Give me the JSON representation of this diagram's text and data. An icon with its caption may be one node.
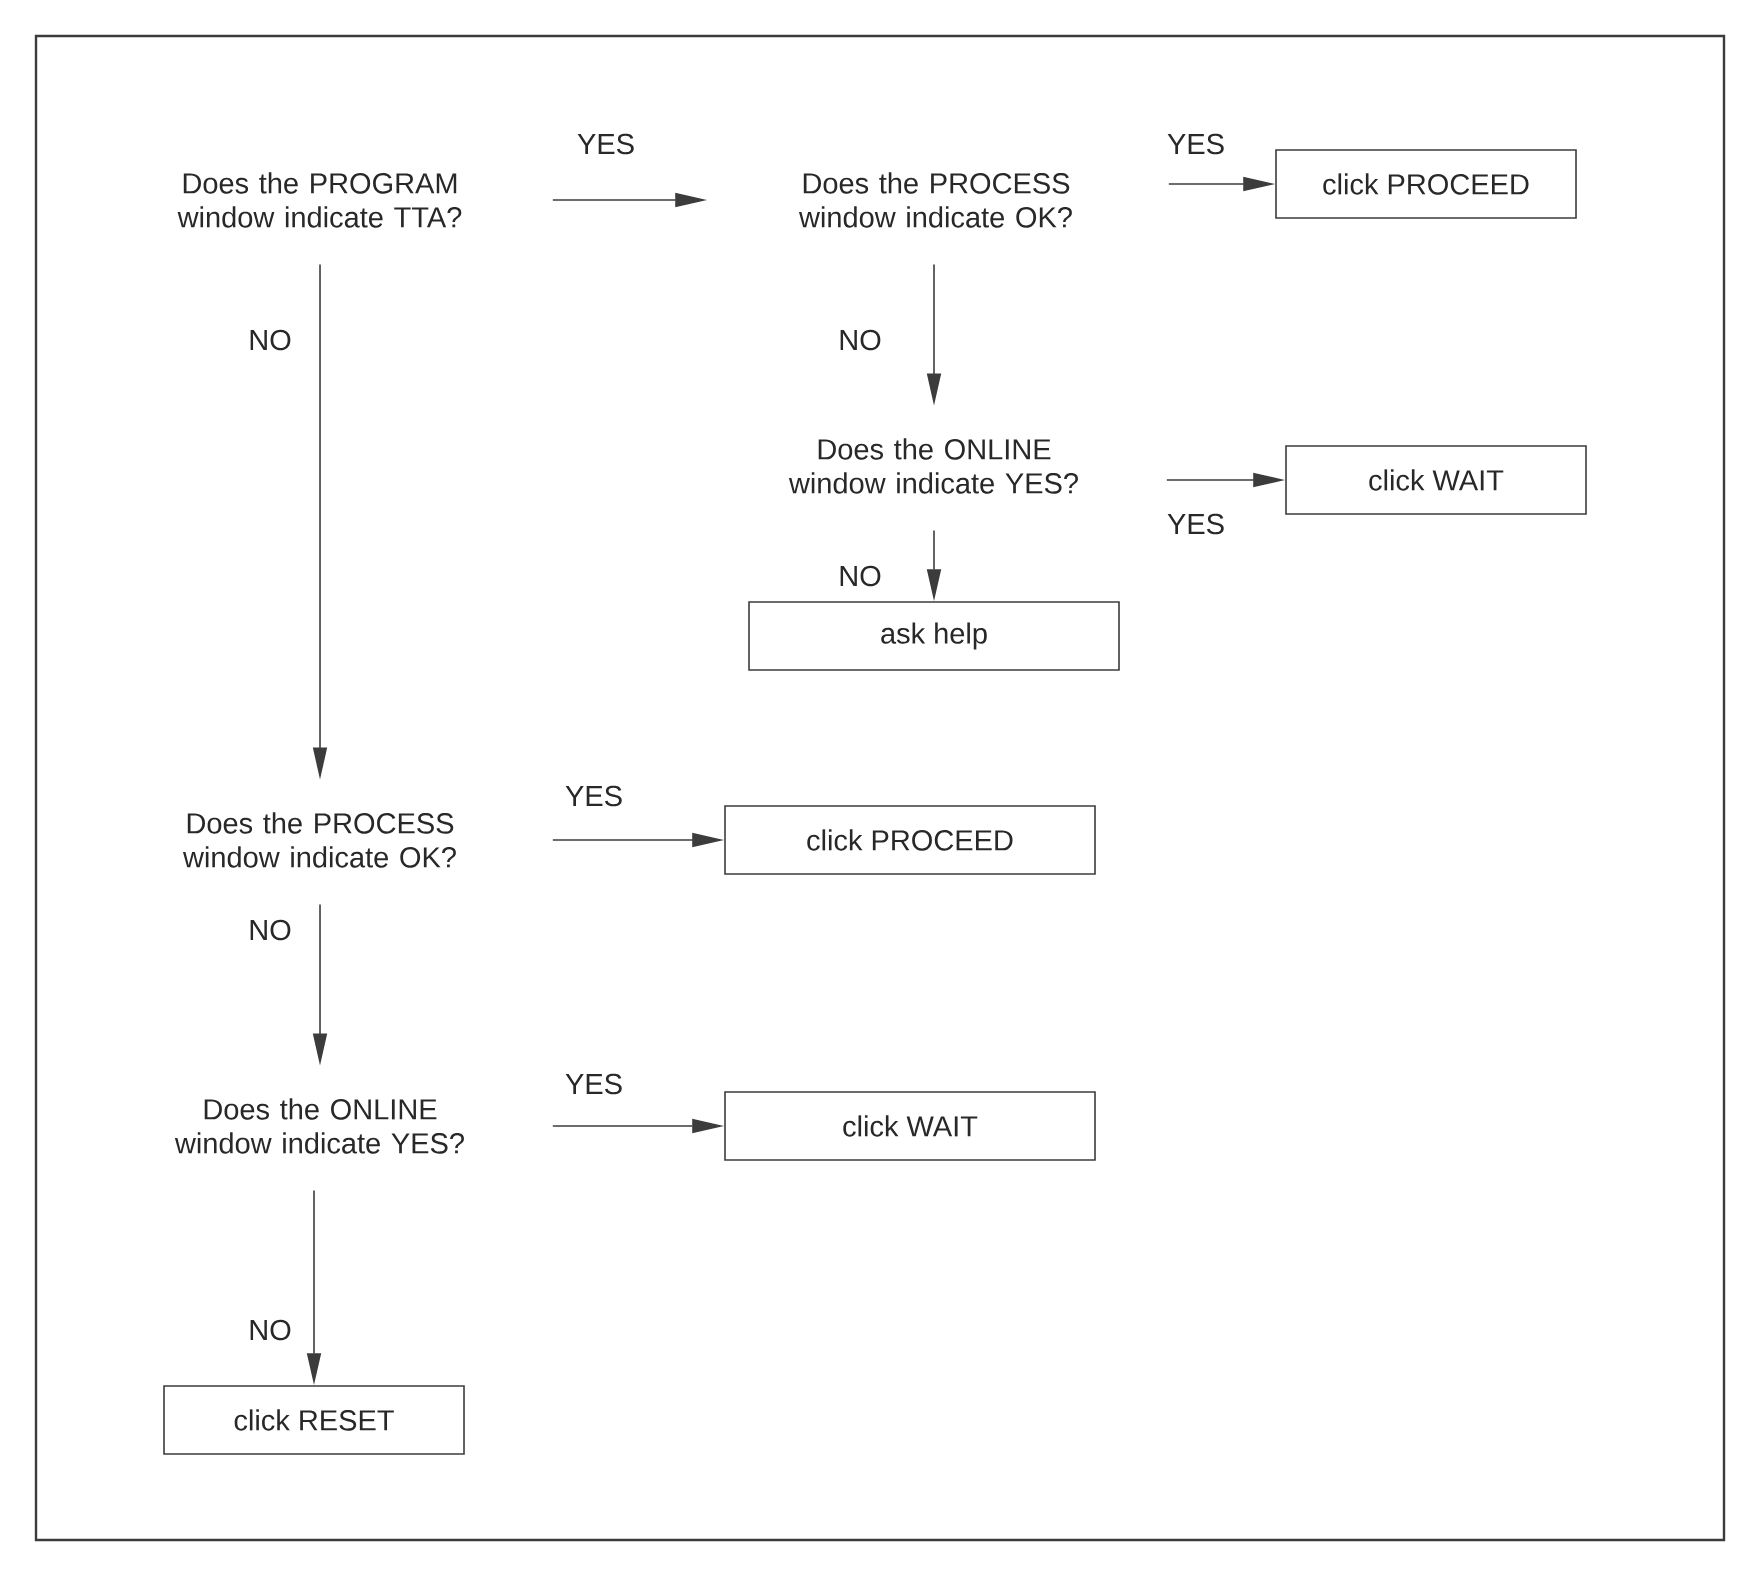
{
  "diagram": {
    "nodes": [
      {
        "text": [
          "Does the PROGRAM window indicate TTA?"
        ]
      },
      {
        "text": [
          "Does the PROCESS window indicate OK?"
        ]
      },
      {
        "text": [
          "click PROCEED"
        ]
      },
      {
        "text": [
          "Does the ONLINE window indicate YES?"
        ]
      },
      {
        "text": [
          "click WAIT"
        ]
      },
      {
        "text": [
          "ask help"
        ]
      },
      {
        "text": [
          "Does the PROCESS window indicate OK?"
        ]
      },
      {
        "text": [
          "click PROCEED"
        ]
      },
      {
        "text": [
          "Does the ONLINE window indicate YES?"
        ]
      },
      {
        "text": [
          "click WAIT"
        ]
      },
      {
        "text": [
          "click RESET"
        ]
      }
    ],
    "edges": [
      {
        "from": 0,
        "to": 1,
        "arrow": "to",
        "label": "YES"
      },
      {
        "from": 1,
        "to": 2,
        "arrow": "to",
        "label": "YES"
      },
      {
        "from": 1,
        "to": 3,
        "arrow": "to",
        "label": "NO"
      },
      {
        "from": 3,
        "to": 4,
        "arrow": "to",
        "label": "YES"
      },
      {
        "from": 3,
        "to": 5,
        "arrow": "to",
        "label": "NO"
      },
      {
        "from": 0,
        "to": 6,
        "arrow": "to",
        "label": "NO"
      },
      {
        "from": 6,
        "to": 7,
        "arrow": "to",
        "label": "YES"
      },
      {
        "from": 6,
        "to": 8,
        "arrow": "to",
        "label": "NO"
      },
      {
        "from": 8,
        "to": 9,
        "arrow": "to",
        "label": "YES"
      },
      {
        "from": 8,
        "to": 10,
        "arrow": "to",
        "label": "NO"
      }
    ]
  }
}
